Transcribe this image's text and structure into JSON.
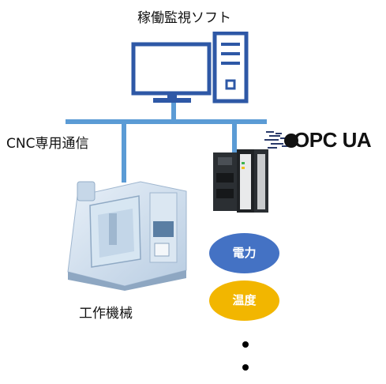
{
  "monitoring_software": {
    "label": "稼働監視ソフト"
  },
  "cnc_comm": {
    "label": "CNC専用通信"
  },
  "machine_tool": {
    "label": "工作機械"
  },
  "opc": {
    "logo_text": "OPC UA"
  },
  "data_items": [
    {
      "label": "電力",
      "color": "#4472c4"
    },
    {
      "label": "温度",
      "color": "#f2b600"
    }
  ],
  "colors": {
    "network": "#5b9bd5",
    "computer": "#2e58a6"
  },
  "icons": [
    "computer-icon",
    "cnc-machine-icon",
    "plc-controller-icon",
    "opc-ua-logo"
  ]
}
